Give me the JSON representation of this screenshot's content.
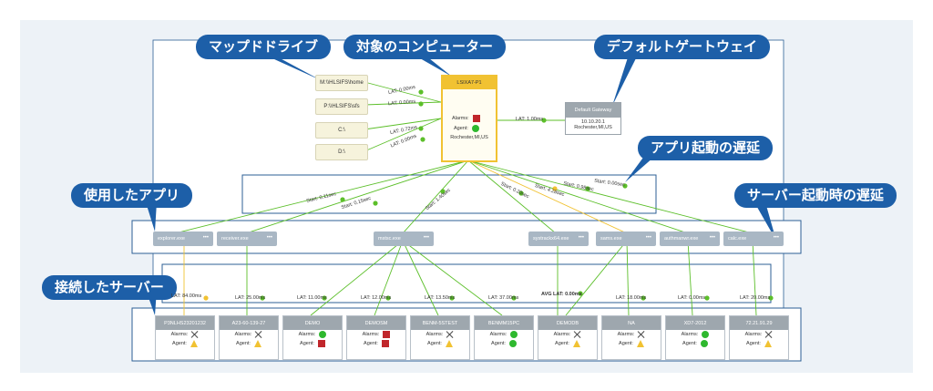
{
  "callouts": {
    "mapped_drive": "マップドドライブ",
    "target_computer": "対象のコンピューター",
    "default_gateway": "デフォルトゲートウェイ",
    "app_launch_delay": "アプリ起動の遅延",
    "used_apps": "使用したアプリ",
    "server_launch_delay": "サーバー起動時の遅延",
    "connected_servers": "接続したサーバー"
  },
  "drives": [
    {
      "label": "M:\\\\HLSIFS\\home",
      "lat": "LAT: 0.00ms"
    },
    {
      "label": "P:\\\\HLSIFS\\sfs",
      "lat": "LAT: 0.00ms"
    },
    {
      "label": "C:\\",
      "lat": "LAT: 0.72ms"
    },
    {
      "label": "D:\\",
      "lat": "LAT: 0.00ms"
    }
  ],
  "computer": {
    "name": "LSIXA7-P1",
    "alarms_label": "Alarms:",
    "agent_label": "Agent:",
    "location": "Rochester,MI,US"
  },
  "gateway": {
    "title": "Default Gateway",
    "ip": "10.10.20.1",
    "location": "Rochester,MI,US",
    "lat": "LAT: 1.00ms"
  },
  "apps": [
    {
      "name": "explorer.exe",
      "start": "Start: 0.11sec"
    },
    {
      "name": "receiver.exe",
      "start": "Start: 0.15sec"
    },
    {
      "name": "mstsc.exe",
      "start": "Start: 1.40sec"
    },
    {
      "name": "systrackx64.exe",
      "start": "Start: 0.20sec"
    },
    {
      "name": "sams.exe",
      "start": "Start: 4.28sec"
    },
    {
      "name": "authmanwr.exe",
      "start": "Start: 0.98sec"
    },
    {
      "name": "calc.exe",
      "start": "Start: 0.00sec"
    }
  ],
  "app_menu_glyph": "•••",
  "servers": [
    {
      "name": "P3NLHS23201232",
      "lat": "LAT: 84.00ms",
      "alarms": "x",
      "agent": "warn"
    },
    {
      "name": "A23-60-139-27",
      "lat": "LAT: 25.00ms",
      "alarms": "x",
      "agent": "warn"
    },
    {
      "name": "DEMO",
      "lat": "LAT: 11.00ms",
      "alarms": "green",
      "agent": "red"
    },
    {
      "name": "DEMOSM",
      "lat": "LAT: 12.00ms",
      "alarms": "red",
      "agent": "red"
    },
    {
      "name": "BENM-5STEST",
      "lat": "LAT: 13.50ms",
      "alarms": "x",
      "agent": "warn"
    },
    {
      "name": "BENMM15PC",
      "lat": "LAT: 37.00ms",
      "alarms": "green",
      "agent": "green"
    },
    {
      "name": "DEMODB",
      "lat": "AVG LAT: 0.00ms",
      "alarms": "x",
      "agent": "warn"
    },
    {
      "name": "NA",
      "lat": "LAT: 18.00ms",
      "alarms": "x",
      "agent": "warn"
    },
    {
      "name": "XD7-2012",
      "lat": "LAT: 0.00ms",
      "alarms": "green",
      "agent": "green"
    },
    {
      "name": "72.21.91.29",
      "lat": "LAT: 20.00ms",
      "alarms": "x",
      "agent": "warn"
    }
  ],
  "server_alarms_label": "Alarms:",
  "server_agent_label": "Agent:",
  "colors": {
    "callout": "#1d5fa8",
    "link_green": "#5cbf2a",
    "link_yellow": "#f1c232",
    "frame_blue": "#2c5f95"
  }
}
